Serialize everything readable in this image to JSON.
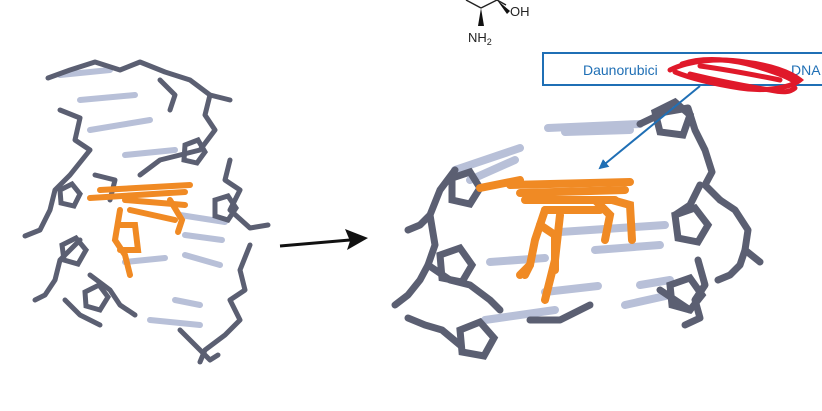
{
  "chemical_structure": {
    "hydroxyl_label": "OH",
    "amine_label": "NH",
    "amine_subscript": "2"
  },
  "callout": {
    "label": "Daunorubicin intercalated into DNA",
    "visible_prefix": "Daunorubici",
    "visible_suffix": "DNA",
    "text_color": "#1f6fb5",
    "border_color": "#1f6fb5",
    "scribble_color": "#e0192a"
  },
  "colors": {
    "backbone": "#5b5f72",
    "bases": "#b8c0d8",
    "drug": "#f08a24"
  }
}
